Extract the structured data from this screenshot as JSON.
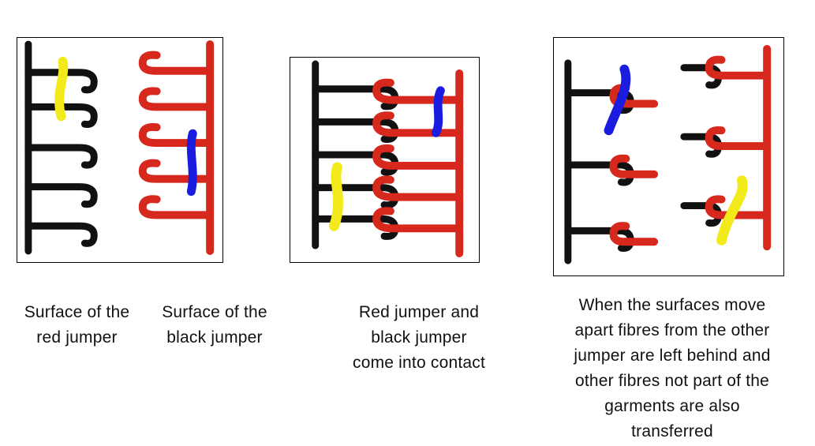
{
  "colors": {
    "black_fibre": "#111111",
    "red_fibre": "#d6281d",
    "yellow_fibre": "#f2ea1a",
    "blue_fibre": "#1a1de0",
    "border": "#000000"
  },
  "captions": {
    "red_surface": [
      "Surface of the",
      "red jumper"
    ],
    "black_surface": [
      "Surface of the",
      "black jumper"
    ],
    "contact": [
      "Red jumper and",
      "black jumper",
      "come into contact"
    ],
    "separation": [
      "When the surfaces move",
      "apart fibres from the other",
      "jumper are left behind and",
      "other fibres not part of the",
      "garments are also",
      "transferred"
    ]
  }
}
